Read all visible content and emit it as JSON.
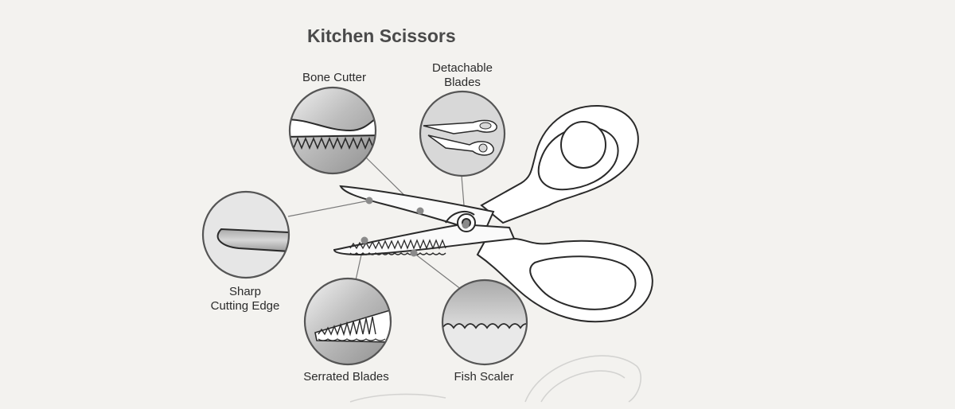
{
  "title": "Kitchen Scissors",
  "features": {
    "bone_cutter": "Bone Cutter",
    "detachable_blades_line1": "Detachable",
    "detachable_blades_line2": "Blades",
    "sharp_edge_line1": "Sharp",
    "sharp_edge_line2": "Cutting Edge",
    "serrated_blades": "Serrated Blades",
    "fish_scaler": "Fish Scaler"
  },
  "colors": {
    "background": "#f3f2ef",
    "outline": "#2a2a2a",
    "handle_fill": "#ffffff",
    "blade_fill": "#fafafa",
    "callout_line": "#7a7a7a",
    "marker": "#8a8a8a"
  }
}
